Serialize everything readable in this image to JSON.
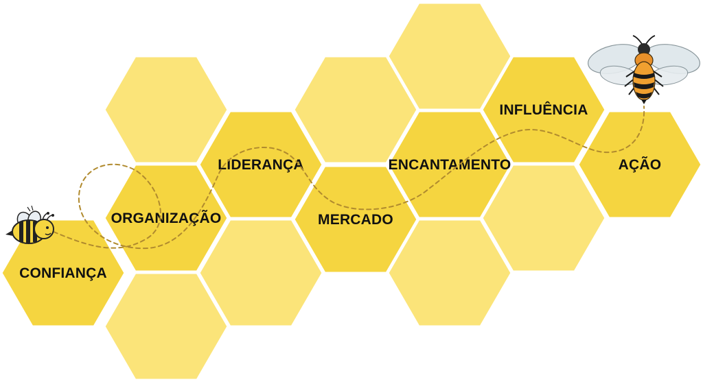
{
  "colors": {
    "hex_dark": "#F5D540",
    "hex_light": "#FBE479",
    "hex_border": "#ffffff",
    "path": "#B08A2E",
    "label": "#111111"
  },
  "hexagons": [
    {
      "name": "confianca",
      "label": "CONFIANÇA",
      "shade": "dark"
    },
    {
      "name": "organizacao",
      "label": "ORGANIZAÇÃO",
      "shade": "dark"
    },
    {
      "name": "lideranca",
      "label": "LIDERANÇA",
      "shade": "dark"
    },
    {
      "name": "mercado",
      "label": "MERCADO",
      "shade": "dark"
    },
    {
      "name": "encantamento",
      "label": "ENCANTAMENTO",
      "shade": "dark"
    },
    {
      "name": "influencia",
      "label": "INFLUÊNCIA",
      "shade": "dark"
    },
    {
      "name": "acao",
      "label": "AÇÃO",
      "shade": "dark"
    },
    {
      "name": "blank-1",
      "label": "",
      "shade": "light"
    },
    {
      "name": "blank-2",
      "label": "",
      "shade": "light"
    },
    {
      "name": "blank-3",
      "label": "",
      "shade": "light"
    },
    {
      "name": "blank-4",
      "label": "",
      "shade": "light"
    },
    {
      "name": "blank-5",
      "label": "",
      "shade": "light"
    },
    {
      "name": "blank-6",
      "label": "",
      "shade": "light"
    },
    {
      "name": "blank-7",
      "label": "",
      "shade": "light"
    },
    {
      "name": "blank-8",
      "label": "",
      "shade": "light"
    }
  ],
  "icons": {
    "start": "cartoon-bee-icon",
    "end": "realistic-bee-icon"
  }
}
